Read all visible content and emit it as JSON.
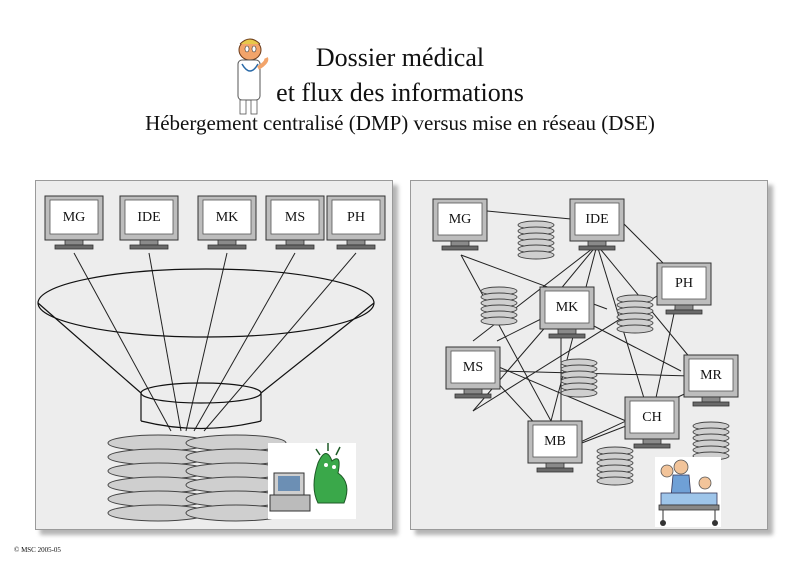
{
  "header": {
    "title_line1": "Dossier médical",
    "title_line2": "et flux des informations",
    "subtitle": "Hébergement centralisé (DMP) versus mise en réseau (DSE)"
  },
  "left_panel": {
    "computers": [
      "MG",
      "IDE",
      "MK",
      "MS",
      "PH"
    ]
  },
  "right_panel": {
    "computers": [
      "MG",
      "IDE",
      "PH",
      "MK",
      "MS",
      "MR",
      "CH",
      "MB"
    ]
  },
  "footer": {
    "copyright": "© MSC 2005-05"
  }
}
